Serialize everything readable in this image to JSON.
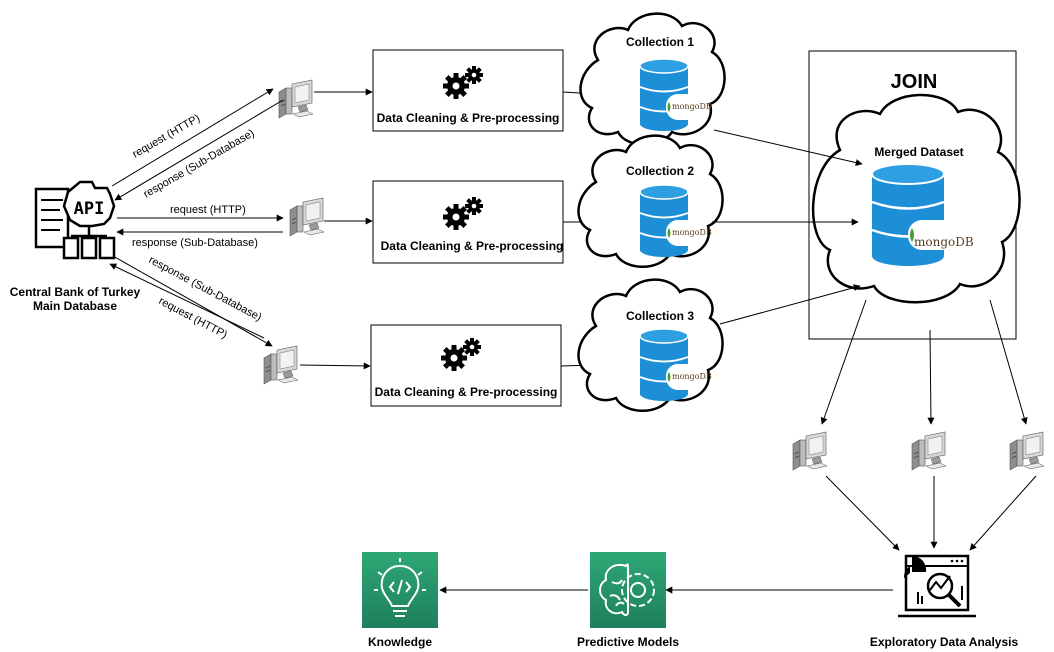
{
  "source": {
    "icon_text": "API",
    "title_line1": "Central Bank of Turkey",
    "title_line2": "Main Database"
  },
  "links": {
    "request": "request (HTTP)",
    "response": "response (Sub-Database)"
  },
  "steps": [
    {
      "label": "Data Cleaning & Pre-processing"
    },
    {
      "label": "Data Cleaning & Pre-processing"
    },
    {
      "label": "Data Cleaning & Pre-processing"
    }
  ],
  "collections": [
    {
      "label": "Collection 1",
      "db": "mongoDB"
    },
    {
      "label": "Collection 2",
      "db": "mongoDB"
    },
    {
      "label": "Collection 3",
      "db": "mongoDB"
    }
  ],
  "join": {
    "title": "JOIN",
    "merged_label": "Merged Dataset",
    "db": "mongoDB"
  },
  "outputs": {
    "eda": "Exploratory Data Analysis",
    "models": "Predictive Models",
    "knowledge": "Knowledge"
  },
  "colors": {
    "db_blue": "#1c8fd6",
    "mongo_green": "#4a9c3a",
    "mongo_text": "#5a3d21",
    "aws_green_top": "#2ea876",
    "aws_green_bottom": "#1e7f5a"
  }
}
